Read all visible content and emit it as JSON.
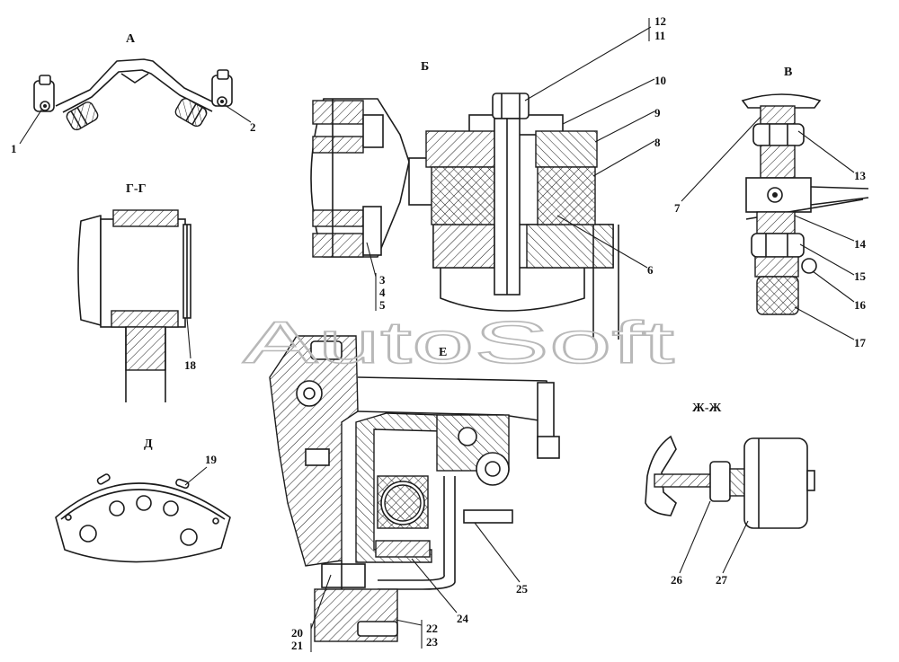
{
  "watermark": "AutoSoft",
  "sections": {
    "a": "А",
    "b": "Б",
    "v": "В",
    "g": "Г-Г",
    "d": "Д",
    "e": "Е",
    "zh": "Ж-Ж"
  },
  "callouts": {
    "c1": "1",
    "c2": "2",
    "c3": "3",
    "c4": "4",
    "c5": "5",
    "c6": "6",
    "c7": "7",
    "c8": "8",
    "c9": "9",
    "c10": "10",
    "c11": "11",
    "c12": "12",
    "c13": "13",
    "c14": "14",
    "c15": "15",
    "c16": "16",
    "c17": "17",
    "c18": "18",
    "c19": "19",
    "c20": "20",
    "c21": "21",
    "c22": "22",
    "c23": "23",
    "c24": "24",
    "c25": "25",
    "c26": "26",
    "c27": "27"
  }
}
